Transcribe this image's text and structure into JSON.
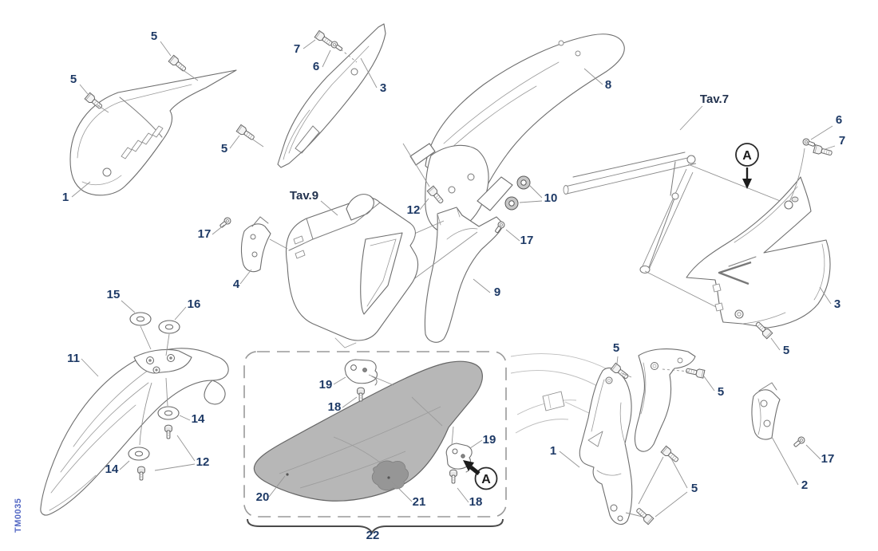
{
  "diagram": {
    "watermark": "TM0035",
    "tav_references": [
      "Tav.7",
      "Tav.9"
    ],
    "part_numbers_shown": [
      1,
      2,
      3,
      4,
      5,
      6,
      7,
      8,
      9,
      10,
      11,
      12,
      14,
      15,
      16,
      17,
      18,
      19,
      20,
      21,
      22
    ],
    "view_marker": "A"
  },
  "colors": {
    "background": "#ffffff",
    "callout_text": "#1e3a66",
    "line_art": "#6e6e6e",
    "leader_line": "#949494",
    "seat_fill": "#b7b7b7",
    "seat_patch": "#969696",
    "watermark_text": "#5468c4",
    "marker_stroke": "#2a2a2a"
  },
  "callouts": [
    {
      "label": "5"
    },
    {
      "label": "5"
    },
    {
      "label": "1"
    },
    {
      "label": "7"
    },
    {
      "label": "6"
    },
    {
      "label": "3"
    },
    {
      "label": "5"
    },
    {
      "label": "8"
    },
    {
      "label": "10"
    },
    {
      "label": "12"
    },
    {
      "label": "17"
    },
    {
      "label": "9"
    },
    {
      "label": "Tav.9"
    },
    {
      "label": "17"
    },
    {
      "label": "4"
    },
    {
      "label": "Tav.7"
    },
    {
      "label": "6"
    },
    {
      "label": "7"
    },
    {
      "label": "3"
    },
    {
      "label": "5"
    },
    {
      "label": "15"
    },
    {
      "label": "16"
    },
    {
      "label": "11"
    },
    {
      "label": "14"
    },
    {
      "label": "14"
    },
    {
      "label": "12"
    },
    {
      "label": "19"
    },
    {
      "label": "18"
    },
    {
      "label": "19"
    },
    {
      "label": "18"
    },
    {
      "label": "20"
    },
    {
      "label": "21"
    },
    {
      "label": "22"
    },
    {
      "label": "5"
    },
    {
      "label": "5"
    },
    {
      "label": "1"
    },
    {
      "label": "5"
    },
    {
      "label": "17"
    },
    {
      "label": "2"
    }
  ],
  "markers": [
    {
      "label": "A"
    },
    {
      "label": "A"
    }
  ]
}
